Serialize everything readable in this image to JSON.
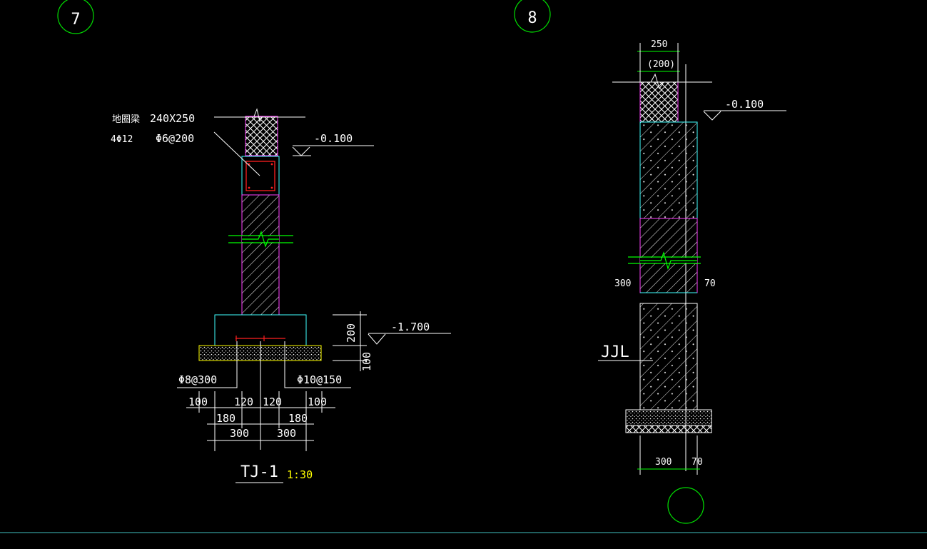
{
  "colors": {
    "background": "#000000",
    "line": "#ffffff",
    "circle": "#00dd00",
    "magenta": "#ff40ff",
    "cyan": "#40ffff",
    "red": "#ff2020",
    "yellow": "#ffff00",
    "green": "#00ff00"
  },
  "detail7": {
    "marker": "7",
    "beam_name": "地圈梁",
    "beam_size": "240X250",
    "beam_rebar_main": "4Φ12",
    "beam_rebar_stirrup": "Φ6@200",
    "elev_top": "-0.100",
    "elev_bottom": "-1.700",
    "dim_200": "200",
    "dim_100": "100",
    "rebar_left": "Φ8@300",
    "rebar_right": "Φ10@150",
    "dim_row1": [
      "100",
      "120",
      "120",
      "100"
    ],
    "dim_row2": [
      "180",
      "180"
    ],
    "dim_row3": [
      "300",
      "300"
    ],
    "title": "TJ-1",
    "scale": "1:30"
  },
  "detail8": {
    "marker": "8",
    "dim_250": "250",
    "dim_200": "(200)",
    "elev_top": "-0.100",
    "dim_left": "300",
    "dim_right": "70",
    "beam_label": "JJL",
    "bottom_dim_300": "300",
    "bottom_dim_70": "70"
  }
}
